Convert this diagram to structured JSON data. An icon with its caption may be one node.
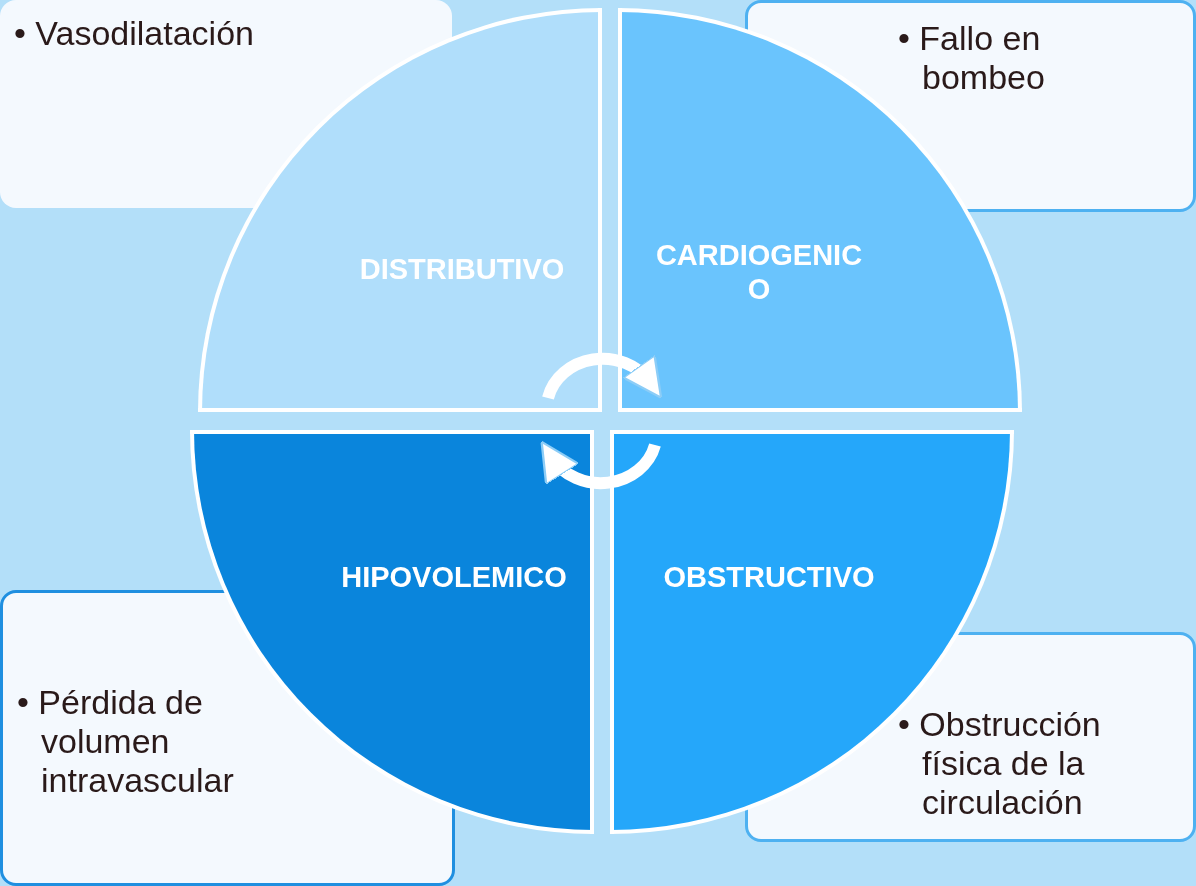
{
  "diagram": {
    "nodes": [
      {
        "text": [
          "• Vasodilatación"
        ]
      },
      {
        "text": [
          "• Fallo en bombeo"
        ]
      },
      {
        "text": [
          "DISTRIBUTIVO"
        ]
      },
      {
        "text": [
          "CARDIOGENICO"
        ]
      },
      {
        "text": [
          "HIPOVOLEMICO"
        ]
      },
      {
        "text": [
          "OBSTRUCTIVO"
        ]
      },
      {
        "text": [
          "• Pérdida de volumen intravascular"
        ]
      },
      {
        "text": [
          "• Obstrucción física de la circulación"
        ]
      }
    ],
    "edges": [
      {
        "from": 2,
        "to": 3,
        "arrow": "to"
      },
      {
        "from": 5,
        "to": 4,
        "arrow": "to"
      }
    ]
  }
}
